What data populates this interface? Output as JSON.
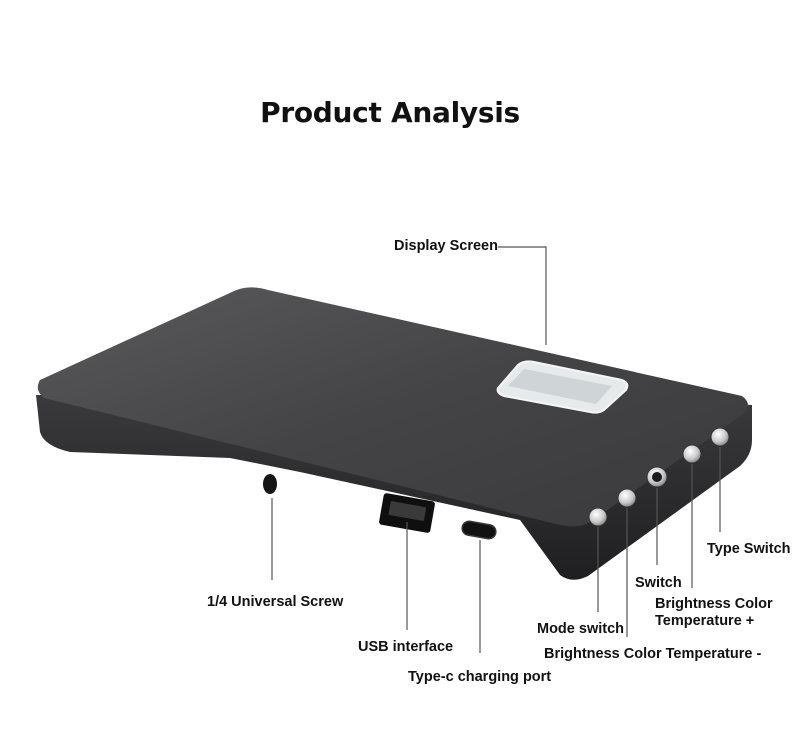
{
  "title": "Product Analysis",
  "labels": {
    "display_screen": "Display Screen",
    "universal_screw": "1/4 Universal Screw",
    "usb_interface": "USB interface",
    "typec_port": "Type-c charging port",
    "mode_switch": "Mode switch",
    "brightness_minus": "Brightness Color Temperature -",
    "switch": "Switch",
    "brightness_plus_line1": "Brightness Color",
    "brightness_plus_line2": "Temperature +",
    "type_switch": "Type Switch"
  },
  "colors": {
    "device_top": "#4a4a4c",
    "device_side": "#2b2b2d",
    "leader_line": "#555555",
    "screen": "#dfe3e4"
  }
}
